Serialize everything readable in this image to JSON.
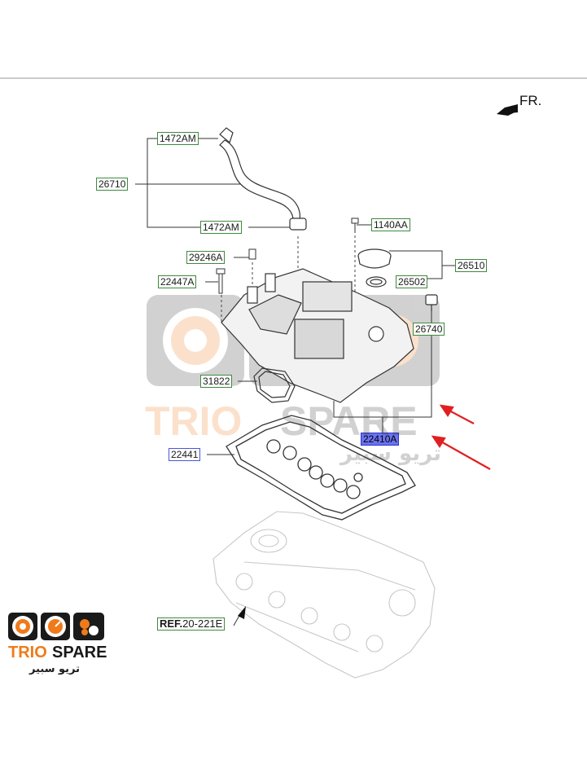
{
  "labels": {
    "l1472am_top": "1472AM",
    "l26710": "26710",
    "l1472am_mid": "1472AM",
    "l1140aa": "1140AA",
    "l29246a": "29246A",
    "l26510": "26510",
    "l22447a": "22447A",
    "l26502": "26502",
    "l26740": "26740",
    "l31822": "31822",
    "l22410a": "22410A",
    "l22441": "22441",
    "ref_prefix": "REF.",
    "ref_num": "20-221E"
  },
  "direction": {
    "label": "FR."
  },
  "watermark": {
    "text_trio": "TRIO",
    "text_spare": "SPARE",
    "text_ar": "تريو سبير"
  },
  "logo": {
    "text_trio": "TRIO",
    "text_spare": "SPARE",
    "text_ar": "تريو سبير",
    "icons": [
      "gauge-icon",
      "speedometer-icon",
      "engine-parts-icon"
    ]
  },
  "colors": {
    "label_border": "#3d8a3d",
    "highlight": "#6b72f0",
    "arrow": "#e02020",
    "logo_orange": "#f07a1a",
    "logo_dark": "#1a1a1a"
  }
}
